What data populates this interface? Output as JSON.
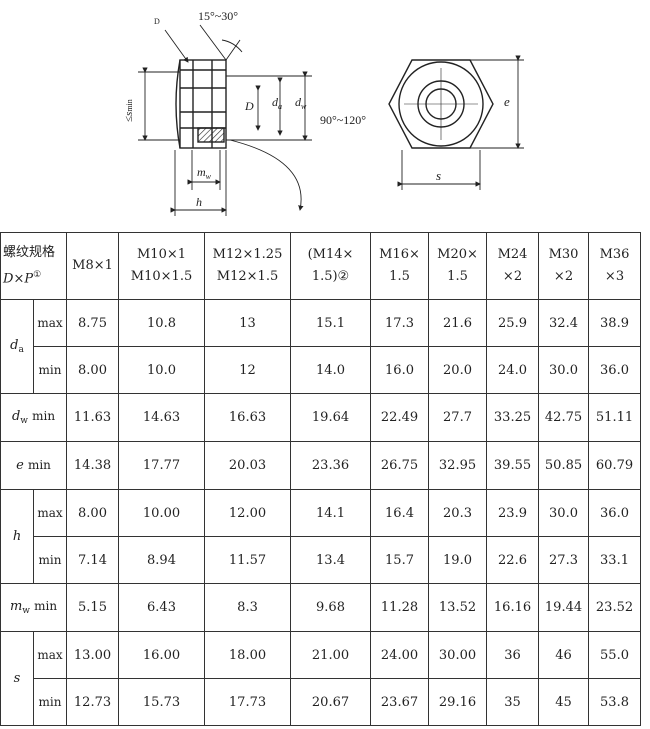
{
  "drawing": {
    "angle_top": "15°~30°",
    "angle_side": "90°~120°",
    "label_D_small": "D",
    "label_s_min": "≤s",
    "label_s_min_sub": "min",
    "label_D": "D",
    "label_da": "d",
    "label_da_sub": "a",
    "label_dw": "d",
    "label_dw_sub": "w",
    "label_mw": "m",
    "label_mw_sub": "w",
    "label_h": "h",
    "label_e": "e",
    "label_s": "s"
  },
  "table": {
    "header": {
      "spec_line1": "螺纹规格",
      "spec_line2_D": "D",
      "spec_line2_x": "×",
      "spec_line2_P": "P",
      "spec_note": "①",
      "cols": [
        {
          "l1": "M8×1",
          "l2": ""
        },
        {
          "l1": "M10×1",
          "l2": "M10×1.5"
        },
        {
          "l1": "M12×1.25",
          "l2": "M12×1.5"
        },
        {
          "l1": "(M14×",
          "l2": "1.5)②"
        },
        {
          "l1": "M16×",
          "l2": "1.5"
        },
        {
          "l1": "M20×",
          "l2": "1.5"
        },
        {
          "l1": "M24",
          "l2": "×2"
        },
        {
          "l1": "M30",
          "l2": "×2"
        },
        {
          "l1": "M36",
          "l2": "×3"
        }
      ]
    },
    "rows": {
      "da_sym": "d",
      "da_sub": "a",
      "max": "max",
      "min": "min",
      "da_max": [
        "8.75",
        "10.8",
        "13",
        "15.1",
        "17.3",
        "21.6",
        "25.9",
        "32.4",
        "38.9"
      ],
      "da_min": [
        "8.00",
        "10.0",
        "12",
        "14.0",
        "16.0",
        "20.0",
        "24.0",
        "30.0",
        "36.0"
      ],
      "dw_sym": "d",
      "dw_sub": "w",
      "dw_lim": "min",
      "dw_min": [
        "11.63",
        "14.63",
        "16.63",
        "19.64",
        "22.49",
        "27.7",
        "33.25",
        "42.75",
        "51.11"
      ],
      "e_sym": "e",
      "e_lim": "min",
      "e_min": [
        "14.38",
        "17.77",
        "20.03",
        "23.36",
        "26.75",
        "32.95",
        "39.55",
        "50.85",
        "60.79"
      ],
      "h_sym": "h",
      "h_max": [
        "8.00",
        "10.00",
        "12.00",
        "14.1",
        "16.4",
        "20.3",
        "23.9",
        "30.0",
        "36.0"
      ],
      "h_min": [
        "7.14",
        "8.94",
        "11.57",
        "13.4",
        "15.7",
        "19.0",
        "22.6",
        "27.3",
        "33.1"
      ],
      "mw_sym": "m",
      "mw_sub": "w",
      "mw_lim": "min",
      "mw_min": [
        "5.15",
        "6.43",
        "8.3",
        "9.68",
        "11.28",
        "13.52",
        "16.16",
        "19.44",
        "23.52"
      ],
      "s_sym": "s",
      "s_max": [
        "13.00",
        "16.00",
        "18.00",
        "21.00",
        "24.00",
        "30.00",
        "36",
        "46",
        "55.0"
      ],
      "s_min": [
        "12.73",
        "15.73",
        "17.73",
        "20.67",
        "23.67",
        "29.16",
        "35",
        "45",
        "53.8"
      ]
    }
  }
}
